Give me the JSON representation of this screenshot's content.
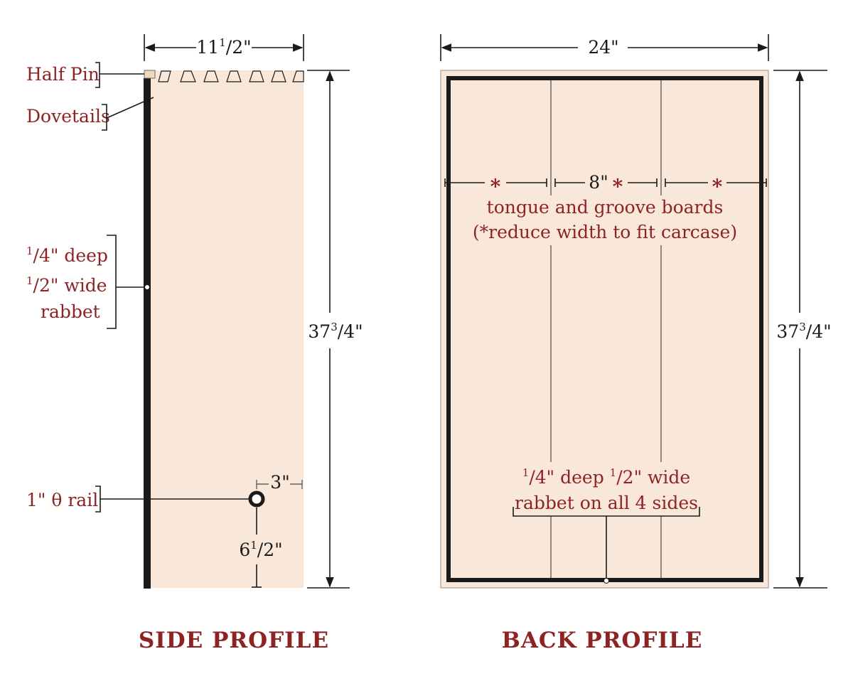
{
  "side_profile": {
    "title": "SIDE PROFILE",
    "width_label": {
      "whole": "11",
      "num": "1",
      "den": "2",
      "unit": "\""
    },
    "height_label": {
      "whole": "37",
      "num": "3",
      "den": "4",
      "unit": "\""
    },
    "callouts": {
      "half_pin": "Half Pin",
      "dovetails": "Dovetails",
      "rabbet_line1": {
        "num": "1",
        "den": "4",
        "text": "\"  deep"
      },
      "rabbet_line2": {
        "num": "1",
        "den": "2",
        "text": "\"  wide"
      },
      "rabbet_line3": "rabbet",
      "rail": "1\" θ rail"
    },
    "rail_offset_label": "3\"",
    "rail_height_label": {
      "whole": "6",
      "num": "1",
      "den": "2",
      "unit": "\""
    }
  },
  "back_profile": {
    "title": "BACK PROFILE",
    "width_label": "24\"",
    "height_label": {
      "whole": "37",
      "num": "3",
      "den": "4",
      "unit": "\""
    },
    "board_width_label": "8\"",
    "asterisk": "*",
    "boards_line1": "tongue and groove boards",
    "boards_line2": "(*reduce width to fit carcase)",
    "rabbet_line1": {
      "num1": "1",
      "den1": "4",
      "mid": "\" deep ",
      "num2": "1",
      "den2": "2",
      "tail": "\" wide"
    },
    "rabbet_line2": "rabbet on all 4 sides"
  },
  "colors": {
    "panel_fill": "#f9e8da",
    "accent_red": "#8e2323",
    "ink": "#1a1a1a"
  }
}
